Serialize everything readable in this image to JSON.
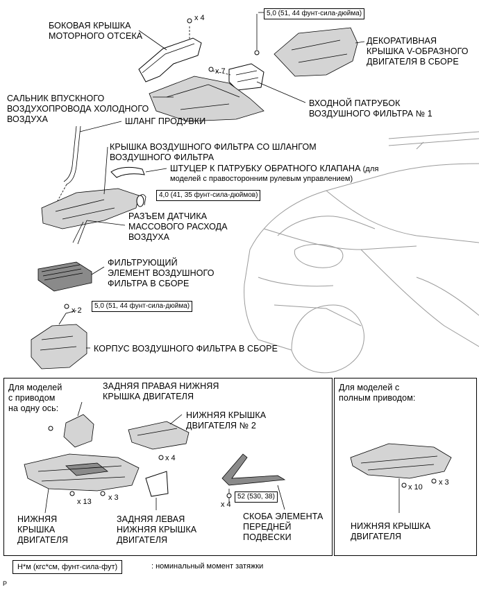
{
  "labels": {
    "side_cover": "БОКОВАЯ КРЫШКА\nМОТОРНОГО ОТСЕКА",
    "qty_side_cover": "x 4",
    "torque_v_cover": "5,0 (51, 44 фунт-сила-дюйма)",
    "v_cover": "ДЕКОРАТИВНАЯ\nКРЫШКА V-ОБРАЗНОГО\nДВИГАТЕЛЯ В СБОРЕ",
    "qty_inlet": "x 7",
    "cold_air_seal": "САЛЬНИК ВПУСКНОГО\nВОЗДУХОПРОВОДА ХОЛОДНОГО\nВОЗДУХА",
    "inlet_no1": "ВХОДНОЙ ПАТРУБОК\nВОЗДУШНОГО ФИЛЬТРА № 1",
    "blowby_hose": "ШЛАНГ ПРОДУВКИ",
    "cap_with_hose": "КРЫШКА ВОЗДУШНОГО ФИЛЬТРА СО ШЛАНГОМ\nВОЗДУШНОГО ФИЛЬТРА",
    "check_valve_fitting": "ШТУЦЕР К ПАТРУБКУ ОБРАТНОГО КЛАПАНА",
    "check_valve_note1": " (для",
    "check_valve_note2": "моделей с правосторонним рулевым управлением)",
    "torque_hose_clamp": "4,0 (41, 35 фунт-сила-дюймов)",
    "maf_connector": "РАЗЪЕМ ДАТЧИКА\nМАССОВОГО РАСХОДА\nВОЗДУХА",
    "filter_element": "ФИЛЬТРУЮЩИЙ\nЭЛЕМЕНТ ВОЗДУШНОГО\nФИЛЬТРА В СБОРЕ",
    "qty_case": "x 2",
    "torque_case": "5,0 (51, 44 фунт-сила-дюйма)",
    "filter_case": "КОРПУС ВОЗДУШНОГО ФИЛЬТРА В СБОРЕ"
  },
  "panel_2wd": {
    "title": "Для моделей\nс приводом\nна одну ось:",
    "rear_rh_cover": "ЗАДНЯЯ ПРАВАЯ НИЖНЯЯ\nКРЫШКА ДВИГАТЕЛЯ",
    "under_cover_no2": "НИЖНЯЯ КРЫШКА\nДВИГАТЕЛЯ № 2",
    "qty_no2": "x 4",
    "qty_13": "x 13",
    "qty_3": "x 3",
    "qty_brace": "x 4",
    "torque_brace": "52 (530, 38)",
    "under_cover": "НИЖНЯЯ\nКРЫШКА\nДВИГАТЕЛЯ",
    "rear_lh_cover": "ЗАДНЯЯ ЛЕВАЯ\nНИЖНЯЯ КРЫШКА\nДВИГАТЕЛЯ",
    "front_brace": "СКОБА ЭЛЕМЕНТА\nПЕРЕДНЕЙ\nПОДВЕСКИ"
  },
  "panel_4wd": {
    "title": "Для моделей с\nполным приводом:",
    "qty_10": "x 10",
    "qty_3": "x 3",
    "under_cover": "НИЖНЯЯ КРЫШКА\nДВИГАТЕЛЯ"
  },
  "legend": {
    "unit_box": "Н*м (кгс*см, фунт-сила-фут)",
    "unit_desc": ": номинальный момент затяжки"
  },
  "footer_code": "P"
}
